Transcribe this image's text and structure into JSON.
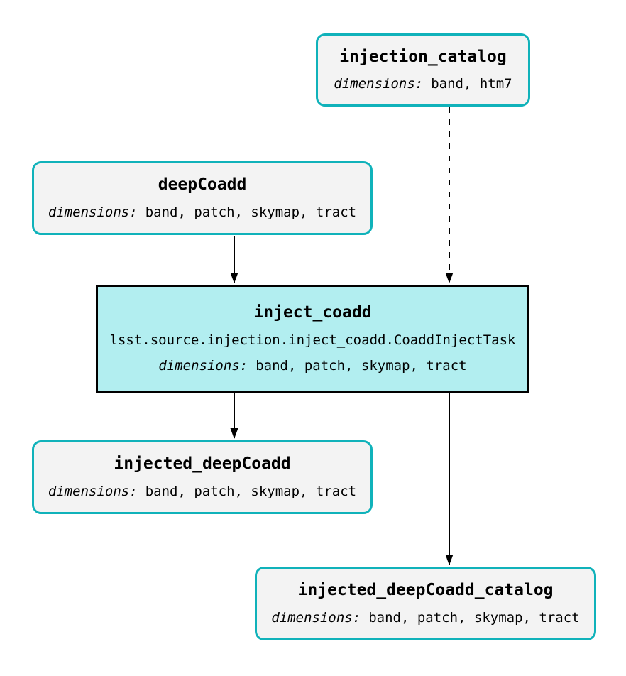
{
  "diagram": {
    "type": "pipeline-graph",
    "nodes": {
      "injection_catalog": {
        "kind": "dataset",
        "title": "injection_catalog",
        "dimensions_label": "dimensions:",
        "dimensions": "band, htm7"
      },
      "deepCoadd": {
        "kind": "dataset",
        "title": "deepCoadd",
        "dimensions_label": "dimensions:",
        "dimensions": "band, patch, skymap, tract"
      },
      "inject_coadd": {
        "kind": "task",
        "title": "inject_coadd",
        "task_class": "lsst.source.injection.inject_coadd.CoaddInjectTask",
        "dimensions_label": "dimensions:",
        "dimensions": "band, patch, skymap, tract"
      },
      "injected_deepCoadd": {
        "kind": "dataset",
        "title": "injected_deepCoadd",
        "dimensions_label": "dimensions:",
        "dimensions": "band, patch, skymap, tract"
      },
      "injected_deepCoadd_catalog": {
        "kind": "dataset",
        "title": "injected_deepCoadd_catalog",
        "dimensions_label": "dimensions:",
        "dimensions": "band, patch, skymap, tract"
      }
    },
    "edges": [
      {
        "from": "injection_catalog",
        "to": "inject_coadd",
        "style": "dashed"
      },
      {
        "from": "deepCoadd",
        "to": "inject_coadd",
        "style": "solid"
      },
      {
        "from": "inject_coadd",
        "to": "injected_deepCoadd",
        "style": "solid"
      },
      {
        "from": "inject_coadd",
        "to": "injected_deepCoadd_catalog",
        "style": "solid"
      }
    ],
    "colors": {
      "dataset_border": "#10b2ba",
      "dataset_fill": "#f3f3f3",
      "task_border": "#000000",
      "task_fill": "#b2eef0",
      "edge": "#000000",
      "text": "#000000"
    }
  }
}
